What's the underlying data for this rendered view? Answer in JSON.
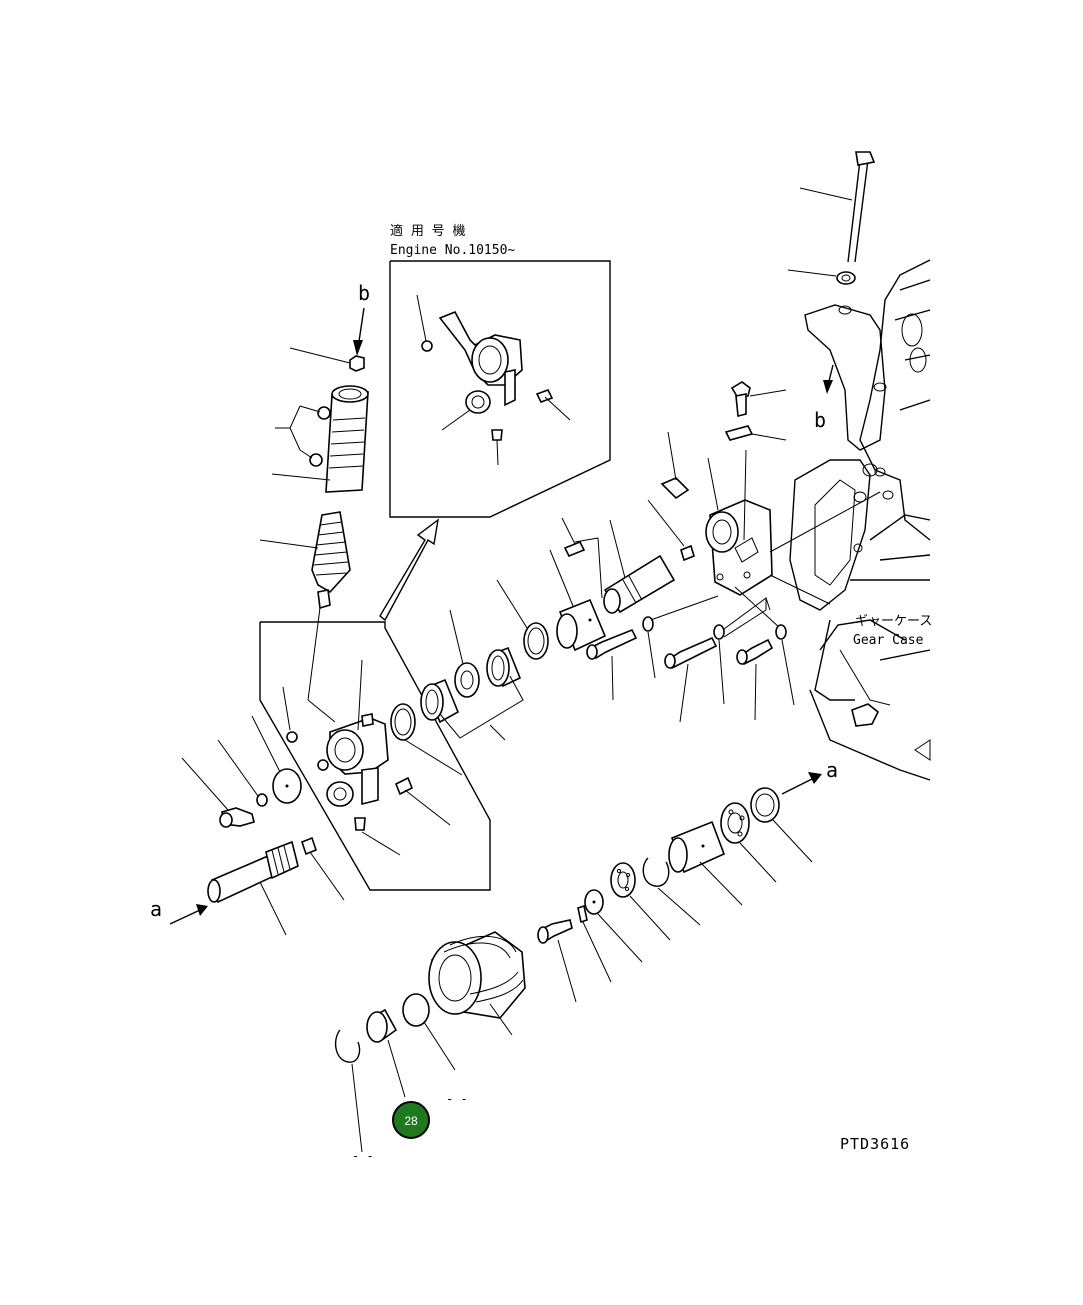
{
  "inset": {
    "title_jp": "適 用 号 機",
    "engine_no": "Engine No.10150~"
  },
  "labels": {
    "a_left": "a",
    "a_right": "a",
    "b_top": "b",
    "b_right": "b"
  },
  "gear_case": {
    "label_jp": "ギャーケース",
    "label_en": "Gear Case"
  },
  "drawing_code": "PTD3616",
  "callout": {
    "number": "28",
    "color": "#1f7a1f"
  },
  "stray_marks": {
    "dash_near_callout": "- -",
    "dash_bottom": "- -"
  }
}
